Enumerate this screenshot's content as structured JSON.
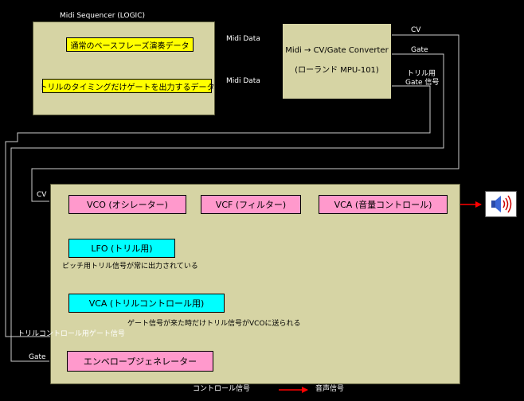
{
  "sequencer": {
    "title": "Midi Sequencer (LOGIC)",
    "track1": "通常のベースフレーズ演奏データ",
    "track2": "トリルのタイミングだけゲートを出力するデータ"
  },
  "midi_label_1": "Midi Data",
  "midi_label_2": "Midi Data",
  "converter": {
    "line1": "Midi → CV/Gate Converter",
    "line2": "(ローランド MPU-101)"
  },
  "outputs": {
    "cv": "CV",
    "gate": "Gate",
    "trill_line1": "トリル用",
    "trill_line2": "Gate 信号"
  },
  "synth": {
    "cv_in": "CV",
    "gate_in": "Gate",
    "vco": "VCO (オシレーター)",
    "vcf": "VCF (フィルター)",
    "vca": "VCA (音量コントロール)",
    "lfo": "LFO (トリル用)",
    "lfo_note": "ピッチ用トリル信号が常に出力されている",
    "vca_trill": "VCA (トリルコントロール用)",
    "gate_note": "ゲート信号が来た時だけトリル信号がVCOに送られる",
    "trill_gate_label": "トリルコントロール用ゲート信号",
    "env": "エンベロープジェネレーター"
  },
  "legend": {
    "control": "コントロール信号",
    "audio": "音声信号"
  },
  "colors": {
    "panel": "#d6d4a4",
    "yellow": "#ffff00",
    "pink": "#ff99cc",
    "cyan": "#00ffff",
    "audio_arrow": "#ff0000",
    "control_arrow": "#000000",
    "wire": "#cccccc"
  },
  "icons": [
    "speaker-icon"
  ]
}
